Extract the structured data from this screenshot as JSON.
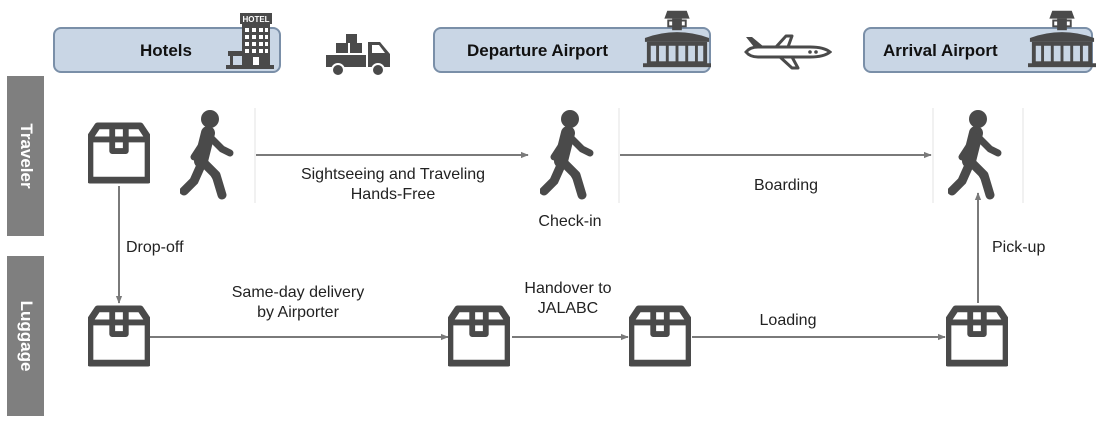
{
  "locations": {
    "hotels": "Hotels",
    "hotel_sign": "HOTEL",
    "departure": "Departure Airport",
    "arrival": "Arrival Airport"
  },
  "lanes": {
    "traveler": "Traveler",
    "luggage": "Luggage"
  },
  "steps": {
    "sightseeing_line1": "Sightseeing and Traveling",
    "sightseeing_line2": "Hands-Free",
    "boarding": "Boarding",
    "check_in": "Check-in",
    "drop_off": "Drop-off",
    "pick_up": "Pick-up",
    "same_day_line1": "Same-day delivery",
    "same_day_line2": "by Airporter",
    "handover_line1": "Handover to",
    "handover_line2": "JALABC",
    "loading": "Loading"
  },
  "colors": {
    "location_fill": "#c9d6e5",
    "location_border": "#7a8fa8",
    "lane_bar": "#7f7f7f",
    "icon": "#4a4a4a",
    "arrow": "#7a7a7a"
  },
  "icons": [
    "hotel-building-icon",
    "delivery-truck-icon",
    "airport-terminal-icon",
    "airplane-icon",
    "walking-person-icon",
    "luggage-box-icon"
  ]
}
